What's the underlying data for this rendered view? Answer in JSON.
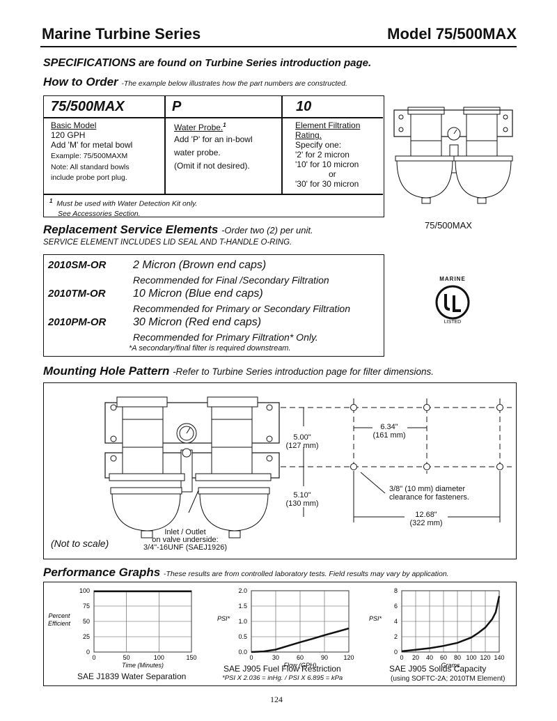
{
  "header": {
    "series_title": "Marine Turbine Series",
    "model_title": "Model 75/500MAX"
  },
  "specifications": {
    "lead": "SPECIFICATIONS",
    "rest": " are found on Turbine Series introduction page."
  },
  "how_to_order": {
    "heading": "How to Order",
    "subtitle": "-The example below illustrates how the part numbers are constructed.",
    "col1_head": "75/500MAX",
    "col2_head": "P",
    "col3_head": "10",
    "col1": {
      "title": "Basic Model",
      "l1": "120 GPH",
      "l2": "Add 'M' for metal bowl",
      "l3": "Example: 75/500MAXM",
      "l4": "Note: All standard bowls",
      "l5": "include probe port plug."
    },
    "col2": {
      "title": "Water Probe.",
      "sup": "1",
      "l1": "Add 'P' for an in-bowl",
      "l2": "water probe.",
      "l3": "(Omit if not desired)."
    },
    "col3": {
      "title1": "Element Filtration",
      "title2": "Rating.",
      "l1": "Specify one:",
      "l2": "'2' for 2 micron",
      "l3": "'10' for 10 micron",
      "l4": "or",
      "l5": "'30' for 30 micron"
    },
    "footnote_sup": "1",
    "footnote1": "Must be used with Water Detection Kit only.",
    "footnote2": "See Accessories Section."
  },
  "product_caption": "75/500MAX",
  "replacement": {
    "heading": "Replacement Service Elements",
    "subtitle": "-Order two (2) per unit.",
    "note": "SERVICE ELEMENT INCLUDES LID SEAL AND T-HANDLE O-RING.",
    "items": [
      {
        "code": "2010SM-OR",
        "desc": "2 Micron (Brown end caps)",
        "rec": "Recommended for Final /Secondary Filtration"
      },
      {
        "code": "2010TM-OR",
        "desc": "10 Micron (Blue end caps)",
        "rec": "Recommended for Primary or Secondary Filtration"
      },
      {
        "code": "2010PM-OR",
        "desc": "30 Micron (Red end caps)",
        "rec": "Recommended for Primary Filtration* Only."
      }
    ],
    "footnote": "*A secondary/final filter is required downstream."
  },
  "ul_mark": {
    "top": "MARINE",
    "listed": "LISTED"
  },
  "mounting": {
    "heading": "Mounting Hole Pattern",
    "subtitle": "-Refer to Turbine Series introduction page for filter dimensions.",
    "dim1_a": "5.00\"",
    "dim1_b": "(127 mm)",
    "dim2_a": "5.10\"",
    "dim2_b": "(130 mm)",
    "dim3_a": "6.34\"",
    "dim3_b": "(161 mm)",
    "dim4_a": "12.68\"",
    "dim4_b": "(322 mm)",
    "hole_a": "3/8\" (10 mm) diameter",
    "hole_b": "clearance for fasteners.",
    "inlet_a": "Inlet / Outlet",
    "inlet_b": "on valve underside:",
    "inlet_c": "3/4\"-16UNF (SAEJ1926)",
    "not_to_scale": "(Not to scale)"
  },
  "performance": {
    "heading": "Performance Graphs",
    "subtitle": "-These results are from controlled laboratory tests.  Field results may vary by application."
  },
  "chart_data": [
    {
      "type": "line",
      "title": "SAE J1839 Water Separation",
      "xlabel": "Time (Minutes)",
      "ylabel": "Percent Efficient",
      "xlim": [
        0,
        150
      ],
      "ylim": [
        0,
        100
      ],
      "xticks": [
        "0",
        "50",
        "100",
        "150"
      ],
      "yticks": [
        "0",
        "25",
        "50",
        "75",
        "100"
      ],
      "x": [
        0,
        50,
        100,
        150
      ],
      "y": [
        99,
        99,
        99,
        99
      ]
    },
    {
      "type": "line",
      "title": "SAE J905 Fuel Flow Restriction",
      "xlabel": "Flow (GPH)",
      "ylabel": "PSI*",
      "note": "*PSI X 2.036 = inHg. / PSI X 6.895 = kPa",
      "xlim": [
        0,
        120
      ],
      "ylim": [
        0,
        2.0
      ],
      "xticks": [
        "0",
        "30",
        "60",
        "90",
        "120"
      ],
      "yticks": [
        "0.0",
        "0.5",
        "1.0",
        "1.5",
        "2.0"
      ],
      "x": [
        0,
        15,
        30,
        45,
        60,
        75,
        90,
        105,
        120
      ],
      "y": [
        0.0,
        0.02,
        0.08,
        0.2,
        0.32,
        0.43,
        0.55,
        0.66,
        0.77
      ]
    },
    {
      "type": "line",
      "title": "SAE J905 Solids Capacity",
      "subtitle": "(using SOFTC-2A; 2010TM Element)",
      "xlabel": "Grams",
      "ylabel": "PSI*",
      "xlim": [
        0,
        140
      ],
      "ylim": [
        0,
        8
      ],
      "xticks": [
        "0",
        "20",
        "40",
        "60",
        "80",
        "100",
        "120",
        "140"
      ],
      "yticks": [
        "0",
        "2",
        "4",
        "6",
        "8"
      ],
      "x": [
        0,
        20,
        40,
        60,
        80,
        100,
        110,
        120,
        130,
        135,
        140
      ],
      "y": [
        0.1,
        0.3,
        0.5,
        0.8,
        1.2,
        1.9,
        2.5,
        3.2,
        4.3,
        5.2,
        7.3
      ]
    }
  ],
  "page_number": "124"
}
